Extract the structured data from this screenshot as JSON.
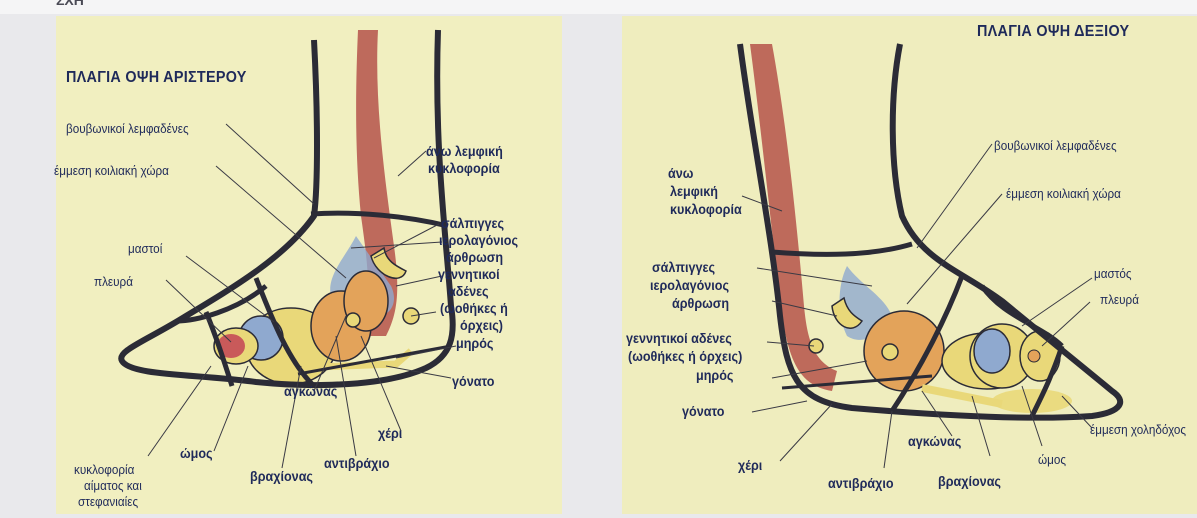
{
  "top_fragment": "ΣΧΗ",
  "left": {
    "title": "ΠΛΑΓΙΑ ΟΨΗ ΑΡΙΣΤΕΡΟΥ",
    "labels": {
      "lymph_nodes": "βουβωνικοί λεμφαδένες",
      "abdominal": "έμμεση κοιλιακή χώρα",
      "upper_lymph_1": "άνω λεμφική",
      "upper_lymph_2": "κυκλοφορία",
      "fallopian": "σάλπιγγες",
      "sacroiliac": "ιερολαγόνιος",
      "joint": "άρθρωση",
      "genital_1": "γεννητικοί",
      "genital_2": "αδένες",
      "genital_3": "(ωοθήκες ή",
      "genital_4": "όρχεις)",
      "breasts": "μαστοί",
      "pleura": "πλευρά",
      "thigh": "μηρός",
      "knee": "γόνατο",
      "elbow": "αγκώνας",
      "hand": "χέρι",
      "forearm": "αντιβράχιο",
      "arm": "βραχίονας",
      "shoulder": "ώμος",
      "circ_1": "κυκλοφορία",
      "circ_2": "αίματος και",
      "circ_3": "στεφανιαίες"
    }
  },
  "right": {
    "title": "ΠΛΑΓΙΑ ΟΨΗ ΔΕΞΙΟΥ",
    "labels": {
      "lymph_nodes": "βουβωνικοί λεμφαδένες",
      "abdominal": "έμμεση κοιλιακή χώρα",
      "upper_1": "άνω",
      "upper_2": "λεμφική",
      "upper_3": "κυκλοφορία",
      "fallopian": "σάλπιγγες",
      "sacroiliac": "ιερολαγόνιος",
      "joint": "άρθρωση",
      "glands": "γεννητικοί αδένες",
      "testes": "(ωοθήκες ή όρχεις)",
      "thigh": "μηρός",
      "knee": "γόνατο",
      "breast": "μαστός",
      "pleura": "πλευρά",
      "elbow": "αγκώνας",
      "hand": "χέρι",
      "forearm": "αντιβράχιο",
      "arm": "βραχίονας",
      "shoulder": "ώμος",
      "gallbladder": "έμμεση χοληδόχος"
    }
  },
  "colors": {
    "paper": "#f1efc0",
    "outline": "#2b2b36",
    "lymph_red": "#b5524a",
    "blue": "#8fa9cf",
    "orange": "#e3a35a",
    "yellow": "#e9d879",
    "label": "#1f2a5a"
  }
}
